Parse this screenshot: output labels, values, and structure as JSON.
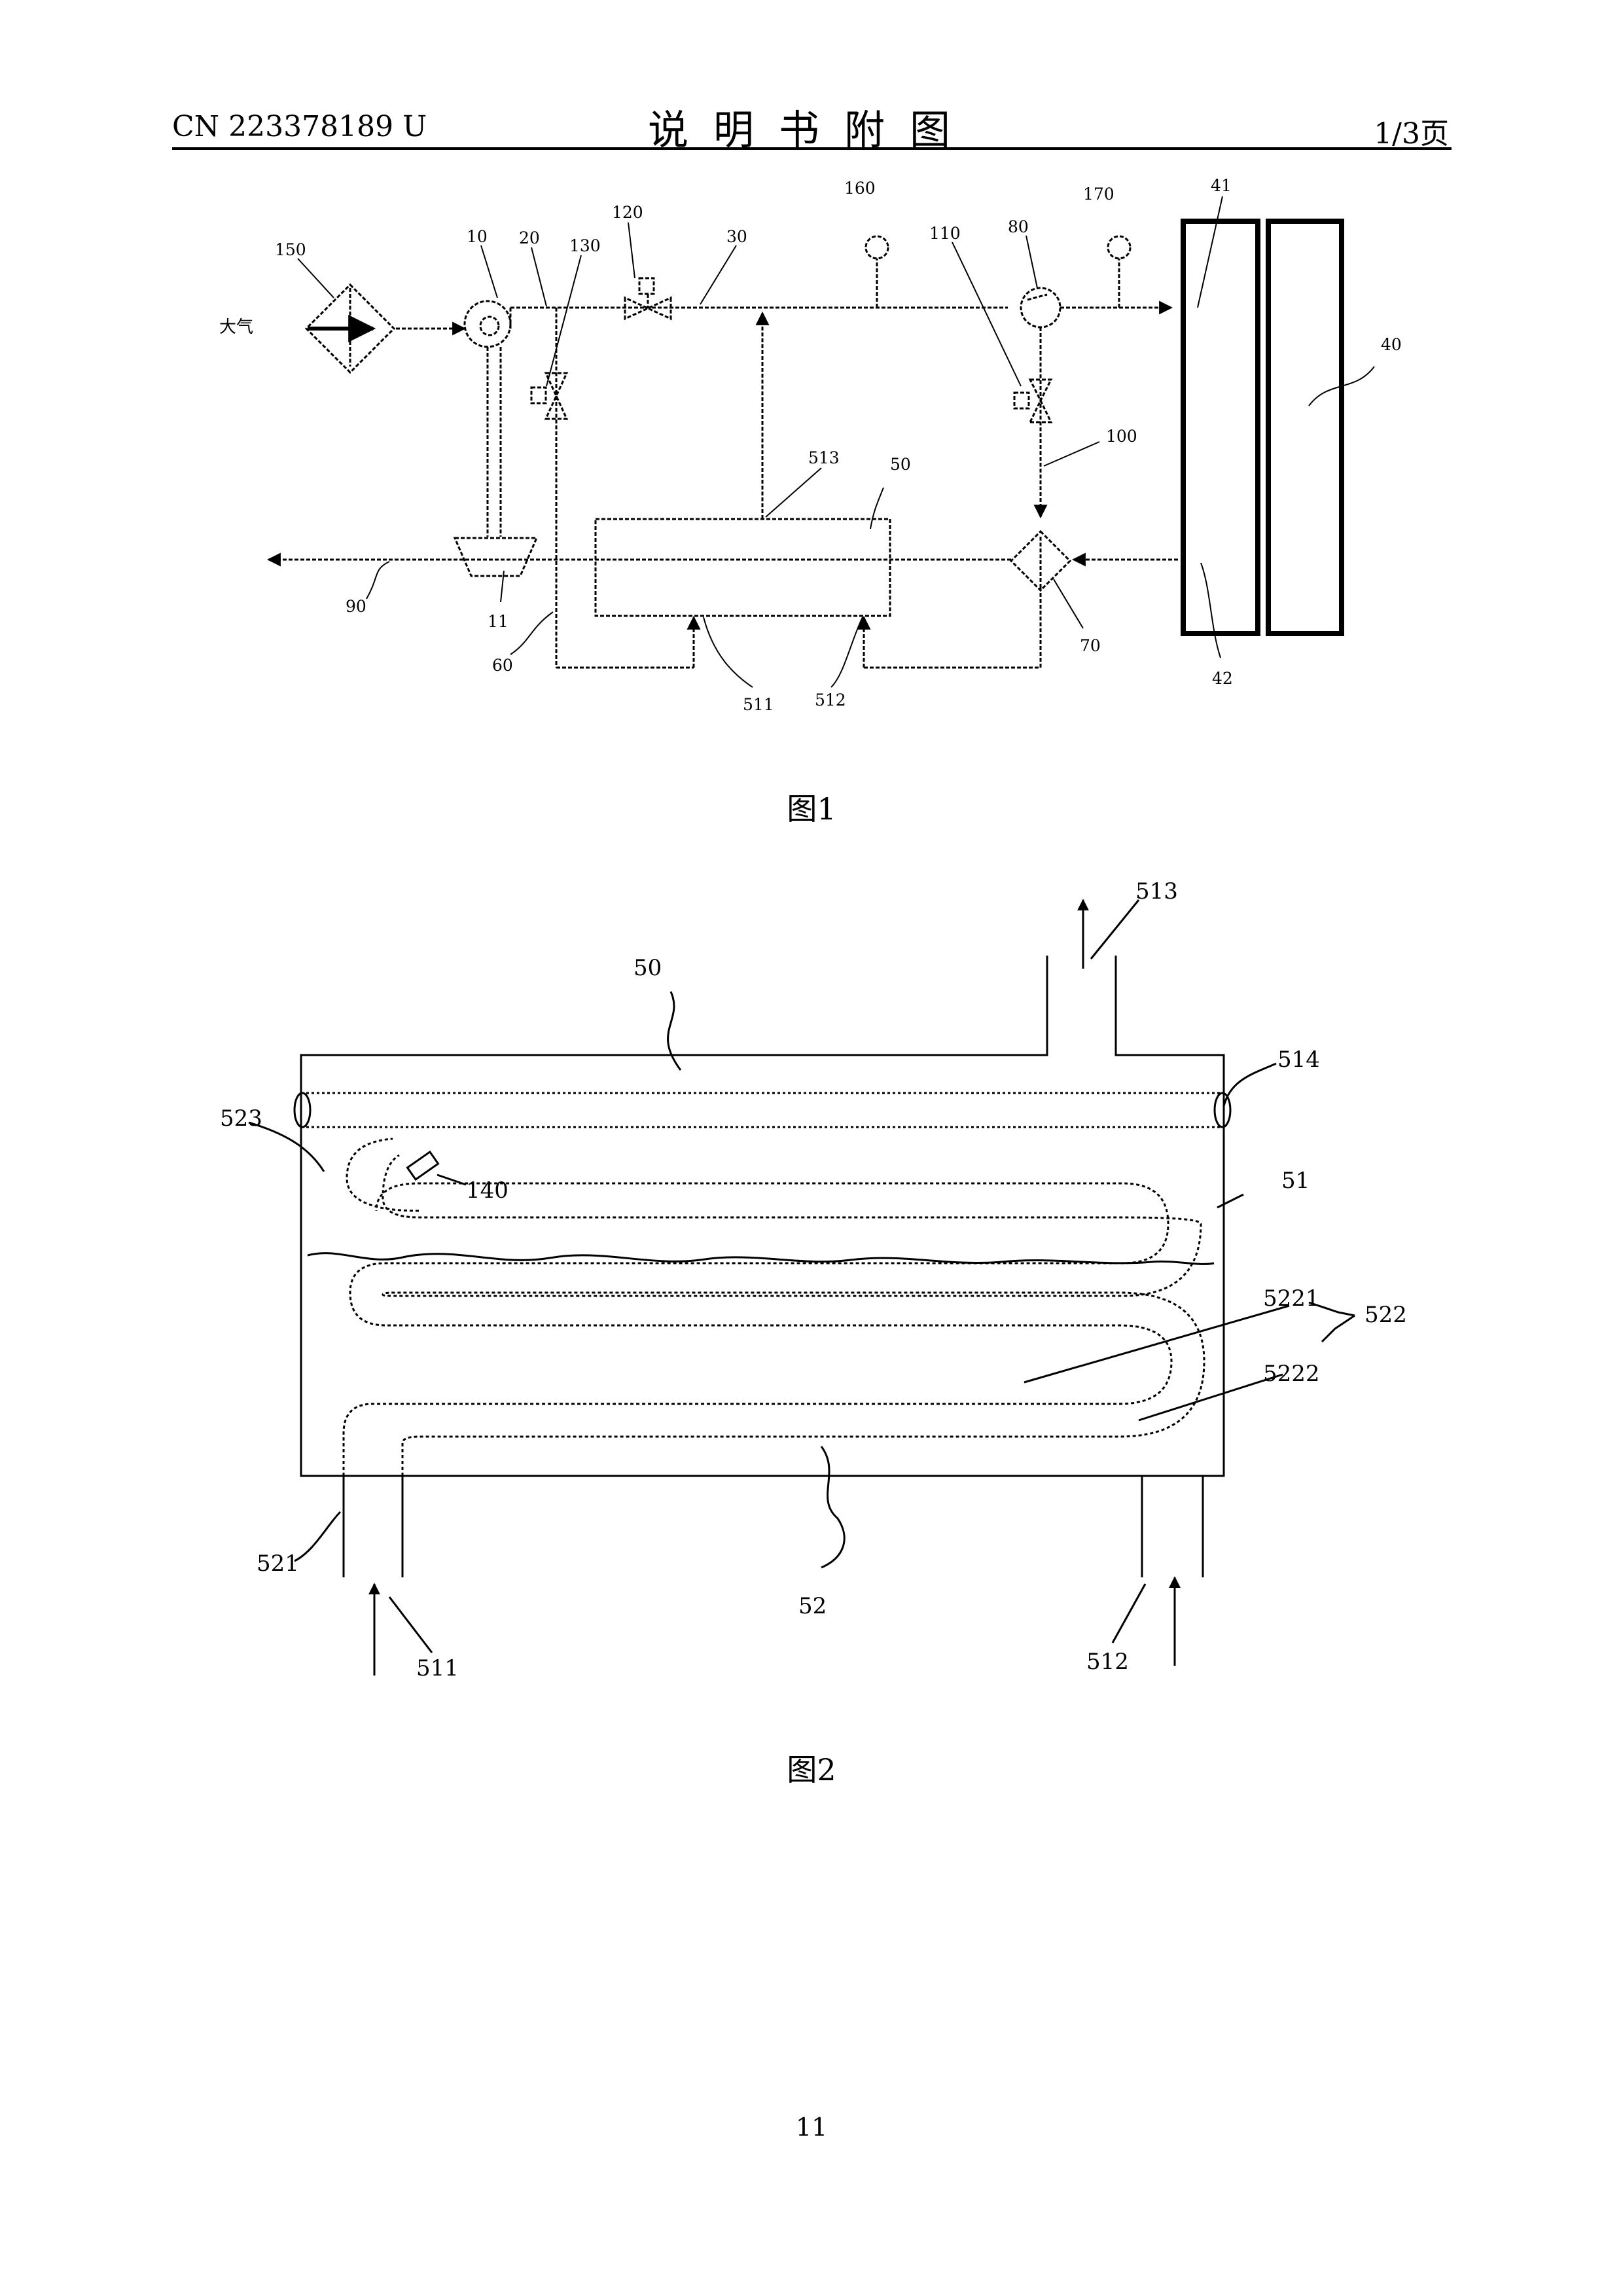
{
  "header": {
    "patent_number": "CN 223378189 U",
    "title": "说明书附图",
    "page_of": "1/3页"
  },
  "figure1": {
    "caption": "图1",
    "inlet_text": "大气",
    "labels": {
      "l150": "150",
      "l10": "10",
      "l20": "20",
      "l120": "120",
      "l130": "130",
      "l30": "30",
      "l160": "160",
      "l110": "110",
      "l80": "80",
      "l170": "170",
      "l41": "41",
      "l40": "40",
      "l100": "100",
      "l513": "513",
      "l50": "50",
      "l90": "90",
      "l11": "11",
      "l60": "60",
      "l511": "511",
      "l512": "512",
      "l70": "70",
      "l42": "42"
    }
  },
  "figure2": {
    "caption": "图2",
    "labels": {
      "l513": "513",
      "l50": "50",
      "l514": "514",
      "l523": "523",
      "l140": "140",
      "l51": "51",
      "l5221": "5221",
      "l522": "522",
      "l5222": "5222",
      "l521": "521",
      "l52": "52",
      "l511": "511",
      "l512": "512"
    }
  },
  "page_number": "11"
}
